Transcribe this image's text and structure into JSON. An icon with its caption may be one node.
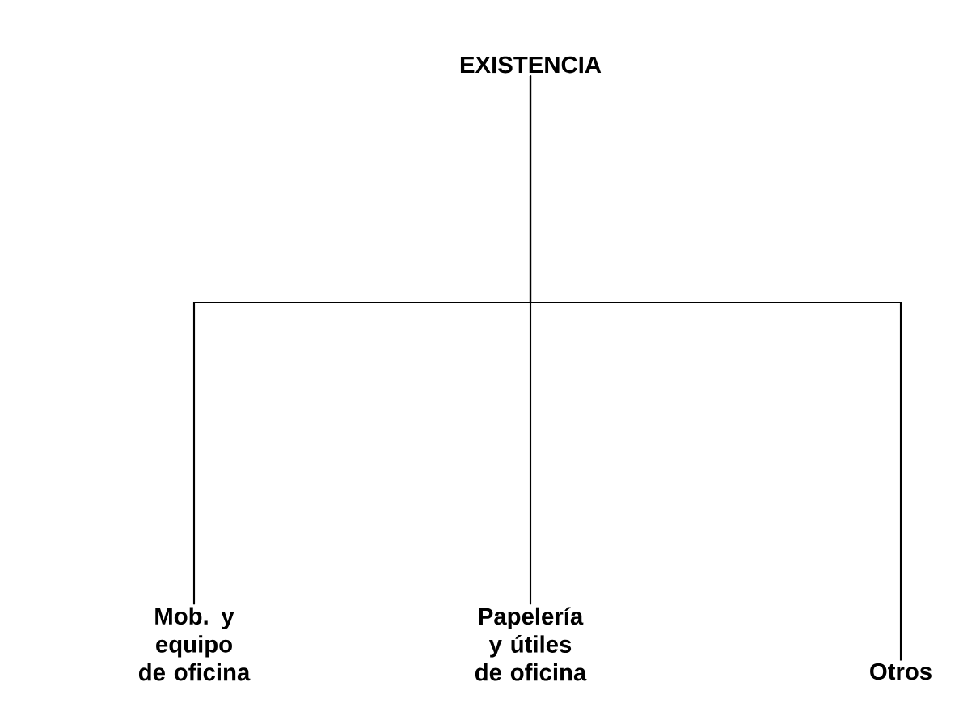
{
  "diagram": {
    "nodes": [
      {
        "text": [
          "EXISTENCIA"
        ]
      },
      {
        "text": [
          "Mob. y equipo de oficina"
        ]
      },
      {
        "text": [
          "Papelería y útiles de oficina"
        ]
      },
      {
        "text": [
          "Otros"
        ]
      }
    ],
    "edges": [
      {
        "from": 0,
        "to": 1,
        "arrow": "none"
      },
      {
        "from": 0,
        "to": 2,
        "arrow": "none"
      },
      {
        "from": 0,
        "to": 3,
        "arrow": "none"
      }
    ]
  }
}
